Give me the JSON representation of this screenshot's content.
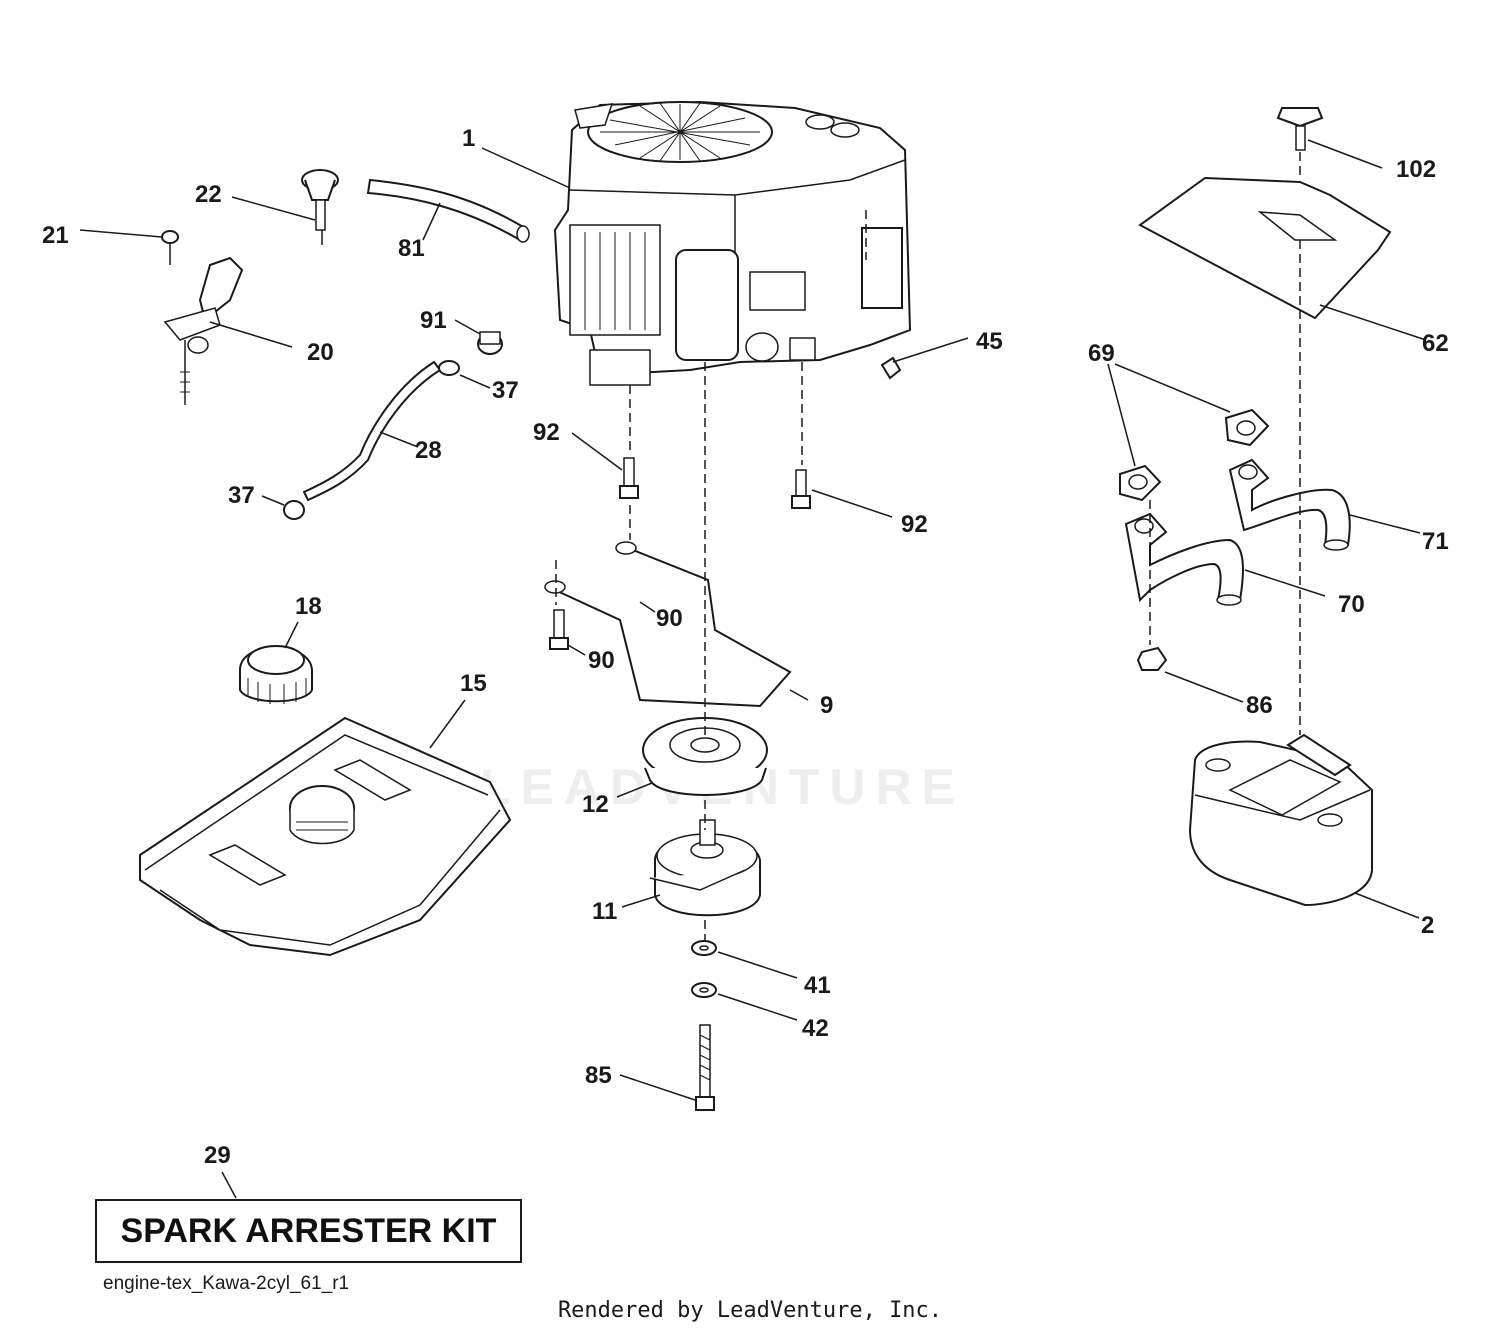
{
  "callouts": [
    {
      "id": "c-1",
      "label": "1"
    },
    {
      "id": "c-22",
      "label": "22"
    },
    {
      "id": "c-81",
      "label": "81"
    },
    {
      "id": "c-21",
      "label": "21"
    },
    {
      "id": "c-20",
      "label": "20"
    },
    {
      "id": "c-91",
      "label": "91"
    },
    {
      "id": "c-37a",
      "label": "37"
    },
    {
      "id": "c-28",
      "label": "28"
    },
    {
      "id": "c-37b",
      "label": "37"
    },
    {
      "id": "c-92a",
      "label": "92"
    },
    {
      "id": "c-92b",
      "label": "92"
    },
    {
      "id": "c-45",
      "label": "45"
    },
    {
      "id": "c-102",
      "label": "102"
    },
    {
      "id": "c-62",
      "label": "62"
    },
    {
      "id": "c-69",
      "label": "69"
    },
    {
      "id": "c-71",
      "label": "71"
    },
    {
      "id": "c-70",
      "label": "70"
    },
    {
      "id": "c-86",
      "label": "86"
    },
    {
      "id": "c-2",
      "label": "2"
    },
    {
      "id": "c-18",
      "label": "18"
    },
    {
      "id": "c-15",
      "label": "15"
    },
    {
      "id": "c-90a",
      "label": "90"
    },
    {
      "id": "c-90b",
      "label": "90"
    },
    {
      "id": "c-9",
      "label": "9"
    },
    {
      "id": "c-12",
      "label": "12"
    },
    {
      "id": "c-11",
      "label": "11"
    },
    {
      "id": "c-41",
      "label": "41"
    },
    {
      "id": "c-42",
      "label": "42"
    },
    {
      "id": "c-85",
      "label": "85"
    }
  ],
  "kit": {
    "number": "29",
    "title": "SPARK ARRESTER KIT"
  },
  "diagram_id": "engine-tex_Kawa-2cyl_61_r1",
  "watermark": "LEADVENTURE",
  "credit": "Rendered by LeadVenture, Inc."
}
